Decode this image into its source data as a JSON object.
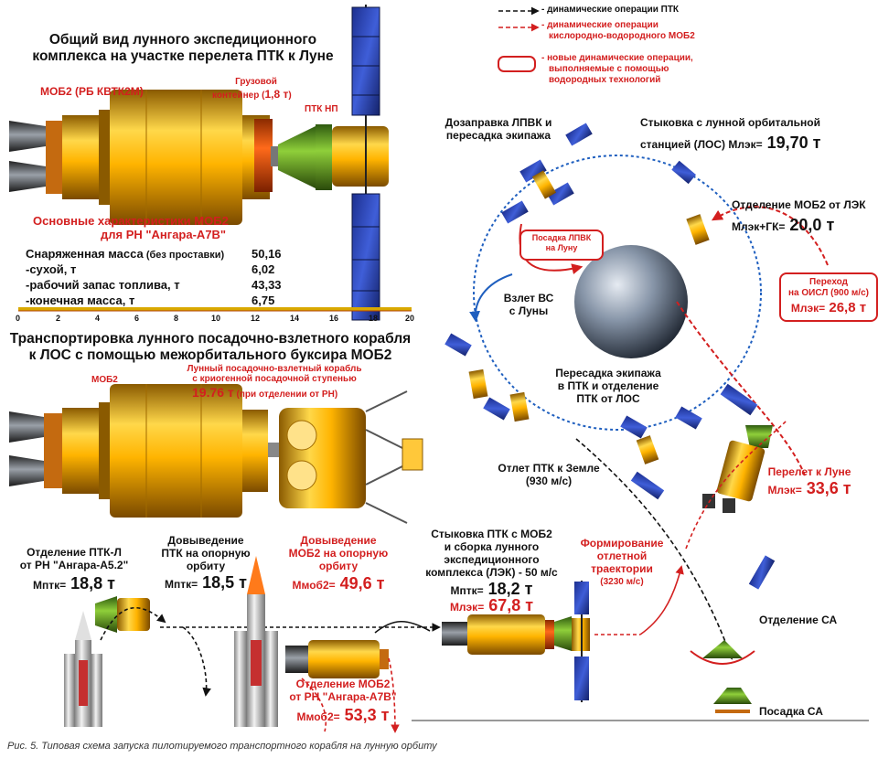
{
  "legend": {
    "ptk_ops": "- динамические операции ПТК",
    "mob2_ops_1": "- динамические операции",
    "mob2_ops_2": "кислородно-водородного МОБ2",
    "new_ops_1": "- новые динамические операции,",
    "new_ops_2": "выполняемые с помощью",
    "new_ops_3": "водородных технологий",
    "colors": {
      "ptk": "#111111",
      "mob2": "#d31f1f",
      "sphere": "#7a8aa0"
    }
  },
  "section1": {
    "title_1": "Общий вид лунного экспедиционного",
    "title_2": "комплекса на участке перелета ПТК к Луне",
    "mob2_label": "МОБ2 (РБ КВТК2М)",
    "cargo_1": "Грузовой",
    "cargo_2a": "контейнер (",
    "cargo_2b": "1,8 т",
    "cargo_2c": ")",
    "ptk_np": "ПТК НП"
  },
  "specs": {
    "heading_1": "Основные характеристики  МОБ2",
    "heading_2": "для РН \"Ангара-А7В\"",
    "rows": [
      {
        "label": "Снаряженная масса",
        "note": " (без проставки)",
        "value": "50,16"
      },
      {
        "label": "-сухой, т",
        "note": "",
        "value": "6,02"
      },
      {
        "label": "-рабочий запас топлива, т",
        "note": "",
        "value": "43,33"
      },
      {
        "label": "-конечная масса, т",
        "note": "",
        "value": "6,75"
      }
    ]
  },
  "scale": {
    "ticks": [
      "0",
      "2",
      "4",
      "6",
      "8",
      "10",
      "12",
      "14",
      "16",
      "18",
      "20"
    ]
  },
  "section2": {
    "title_1": "Транспортировка лунного посадочно-взлетного корабля",
    "title_2": "к ЛОС  с помощью межорбитального буксира МОБ2",
    "mob2": "МОБ2",
    "lander_1": "Лунный посадочно-взлетный корабль",
    "lander_2": "с криогенной посадочной ступенью",
    "lander_mass": "19.76 т",
    "lander_note": " (при отделении от РН)"
  },
  "orbit": {
    "refuel_1": "Дозаправка ЛПВК и",
    "refuel_2": "пересадка экипажа",
    "dock_los_1": "Стыковка с лунной орбитальной",
    "dock_los_2a": "станцией (ЛОС) ",
    "dock_los_2b": "Млэк=",
    "dock_los_2c": " 19,70 т",
    "sep_mob2_1": "Отделение МОБ2 от ЛЭК",
    "sep_mob2_2a": "Млэк+ГК=",
    "sep_mob2_2b": " 20,0 т",
    "landing_1": "Посадка ЛПВК",
    "landing_2": "на Луну",
    "transfer_1": "Переход",
    "transfer_2": "на ОИСЛ (900 м/с)",
    "transfer_3a": "Млэк=",
    "transfer_3b": " 26,8 т",
    "ascent_1": "Взлет ВС",
    "ascent_2": "с Луны",
    "crew_1": "Пересадка экипажа",
    "crew_2": "в ПТК и отделение",
    "crew_3": "ПТК от ЛОС",
    "departure_1": "Отлет ПТК к Земле",
    "departure_2": "(930 м/с)",
    "flight_1": "Перелет к Луне",
    "flight_2a": "Млэк=",
    "flight_2b": " 33,6 т"
  },
  "bottom": {
    "sep_ptk_1": "Отделение ПТК-Л",
    "sep_ptk_2": "от РН \"Ангара-А5.2\"",
    "sep_ptk_3a": "Мптк=",
    "sep_ptk_3b": " 18,8 т",
    "raise_ptk_1": "Довыведение",
    "raise_ptk_2": "ПТК на опорную",
    "raise_ptk_3": "орбиту",
    "raise_ptk_4a": "Мптк=",
    "raise_ptk_4b": " 18,5 т",
    "raise_mob2_1": "Довыведение",
    "raise_mob2_2": "МОБ2 на опорную",
    "raise_mob2_3": "орбиту",
    "raise_mob2_4a": "Ммоб2=",
    "raise_mob2_4b": " 49,6 т",
    "dock_mob2_1": "Стыковка ПТК с МОБ2",
    "dock_mob2_2": "и сборка лунного",
    "dock_mob2_3": "экспедиционного",
    "dock_mob2_4": "комплекса (ЛЭК) - 50 м/с",
    "dock_mob2_5a": "Мптк=",
    "dock_mob2_5b": " 18,2 т",
    "dock_mob2_6a": "Млэк=",
    "dock_mob2_6b": " 67,8 т",
    "form_1": "Формирование",
    "form_2": "отлетной",
    "form_3": "траектории",
    "form_4": "(3230 м/с)",
    "sep_mob2_1": "Отделение МОБ2",
    "sep_mob2_2": "от РН \"Ангара-А7В\"",
    "sep_mob2_3a": "Ммоб2=",
    "sep_mob2_3b": " 53,3 т",
    "sep_sa": "Отделение СА",
    "land_sa": "Посадка СА"
  },
  "caption": "Рис. 5. Типовая схема запуска пилотируемого транспортного корабля на лунную орбиту"
}
